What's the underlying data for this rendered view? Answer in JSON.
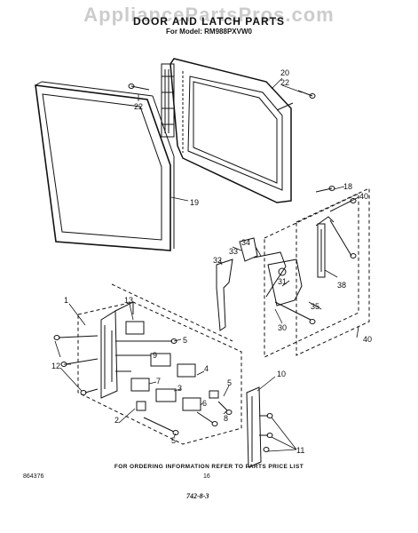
{
  "watermark": "AppliancePartsPros.com",
  "header": {
    "title": "DOOR AND LATCH PARTS",
    "model": "For Model: RM988PXVW0"
  },
  "callouts": [
    "22",
    "20",
    "22",
    "19",
    "18",
    "40",
    "34",
    "33",
    "32",
    "31",
    "38",
    "35",
    "30",
    "40",
    "1",
    "13",
    "5",
    "12",
    "9",
    "4",
    "3",
    "7",
    "6",
    "5",
    "8",
    "10",
    "2",
    "5",
    "11"
  ],
  "footer": {
    "ordering_note": "FOR ORDERING INFORMATION REFER TO PARTS PRICE LIST",
    "doc_code": "864376",
    "page_number": "16",
    "stamp": "742-8-3"
  }
}
